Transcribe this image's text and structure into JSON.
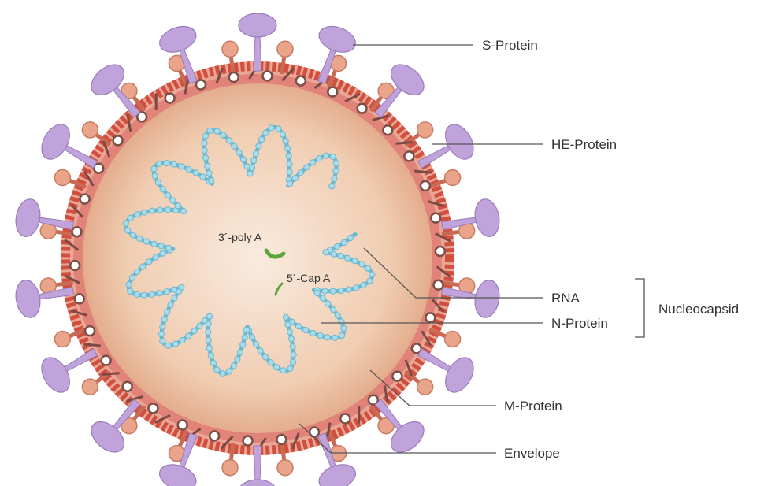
{
  "labels": {
    "s_protein": "S-Protein",
    "he_protein": "HE-Protein",
    "rna": "RNA",
    "n_protein": "N-Protein",
    "nucleocapsid": "Nucleocapsid",
    "m_protein": "M-Protein",
    "envelope": "Envelope",
    "poly_a": "3´-poly A",
    "cap_a": "5´-Cap A"
  },
  "colors": {
    "spike": "#bfa3da",
    "spike_stroke": "#9a7cbb",
    "he_head": "#e9a489",
    "m_head": "#7a4f45",
    "membrane": "#d24f3f",
    "interior_center": "#f8e6d6",
    "interior_edge": "#e8b898",
    "rna_bead": "#a9dcea",
    "rna_stroke": "#6cb8cf",
    "poly_a": "#5ca73b",
    "leader": "#555555",
    "text": "#333333"
  }
}
